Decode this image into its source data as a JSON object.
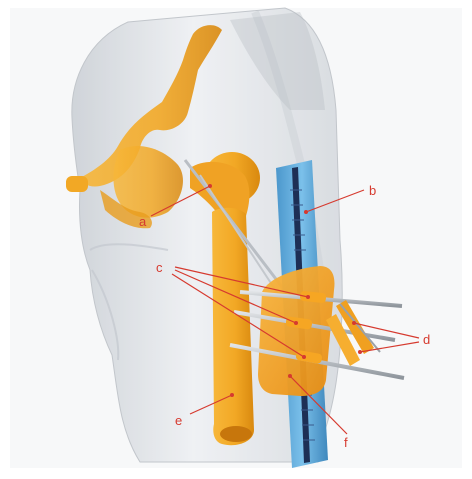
{
  "figure": {
    "labels": {
      "a": "a",
      "b": "b",
      "c": "c",
      "d": "d",
      "e": "e",
      "f": "f"
    }
  },
  "colors": {
    "background": "#ffffff",
    "body_shell": "#d9dde2",
    "bone": "#f2a825",
    "bone_dark": "#d98a12",
    "rail": "#57a6d9",
    "rail_core": "#1d2f55",
    "frame": "#f6a623",
    "pin": "#b9bec4",
    "annotation": "#d63a2f"
  }
}
